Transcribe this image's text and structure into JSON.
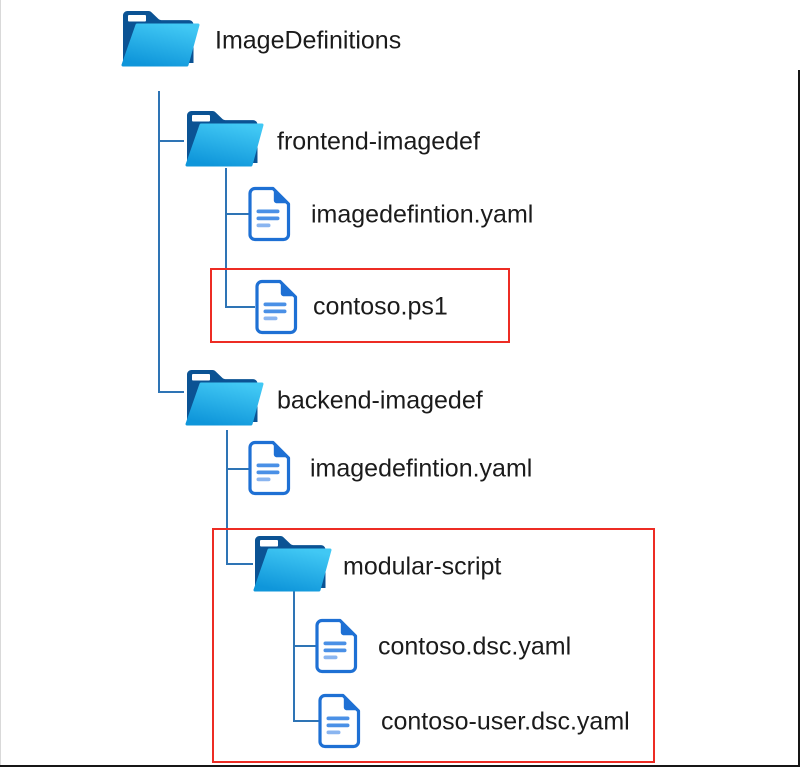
{
  "diagram": "folder-structure-tree",
  "tree": {
    "label": "ImageDefinitions",
    "type": "folder",
    "children": [
      {
        "label": "frontend-imagedef",
        "type": "folder",
        "children": [
          {
            "label": "imagedefintion.yaml",
            "type": "file",
            "highlighted": false
          },
          {
            "label": "contoso.ps1",
            "type": "file",
            "highlighted": true
          }
        ]
      },
      {
        "label": "backend-imagedef",
        "type": "folder",
        "children": [
          {
            "label": "imagedefintion.yaml",
            "type": "file",
            "highlighted": false
          },
          {
            "label": "modular-script",
            "type": "folder",
            "highlighted": true,
            "children": [
              {
                "label": "contoso.dsc.yaml",
                "type": "file"
              },
              {
                "label": "contoso-user.dsc.yaml",
                "type": "file"
              }
            ]
          }
        ]
      }
    ]
  },
  "colors": {
    "connector": "#2e74b5",
    "highlight_box": "#ed2c24",
    "folder_back": "#0b5394",
    "folder_front_top": "#41c8f4",
    "folder_front_bottom": "#0f96da",
    "file_outline": "#1e70d4",
    "file_line": "#4a90e6",
    "file_line_light": "#8ab5f0",
    "text": "#1b1b1b"
  }
}
